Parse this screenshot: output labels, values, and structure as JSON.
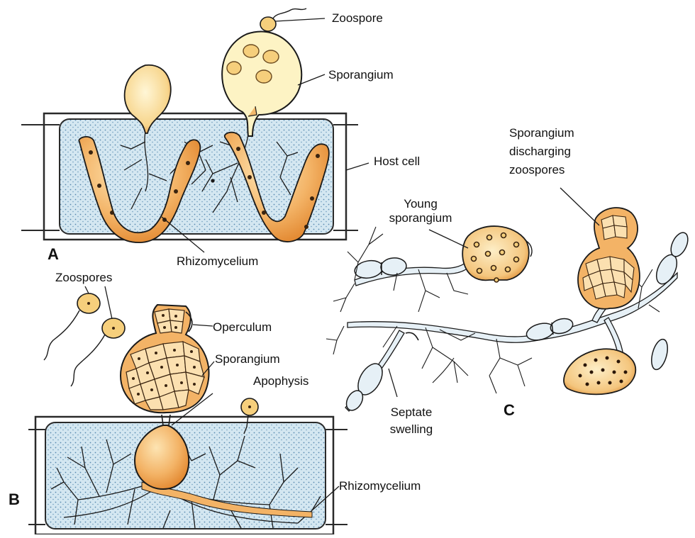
{
  "panels": {
    "a": "A",
    "b": "B",
    "c": "C"
  },
  "labels": {
    "zoospore": "Zoospore",
    "sporangium_a": "Sporangium",
    "host_cell": "Host cell",
    "rhizomycelium_a": "Rhizomycelium",
    "zoospores_b": "Zoospores",
    "operculum": "Operculum",
    "sporangium_b": "Sporangium",
    "apophysis": "Apophysis",
    "rhizomycelium_b": "Rhizomycelium",
    "young_sporangium_line1": "Young",
    "young_sporangium_line2": "sporangium",
    "discharging_line1": "Sporangium",
    "discharging_line2": "discharging",
    "discharging_line3": "zoospores",
    "septate_line1": "Septate",
    "septate_line2": "swelling"
  },
  "colors": {
    "host_fill": "#cfe3ee",
    "host_stipple": "#5a8ab0",
    "host_wall": "#2a2a2a",
    "fungus_fill": "#f2b86b",
    "fungus_light": "#fbe7b5",
    "sporangium_fill": "#fdf3c4",
    "hypha_fill": "#e6f0f6",
    "outline": "#1a1a1a"
  }
}
